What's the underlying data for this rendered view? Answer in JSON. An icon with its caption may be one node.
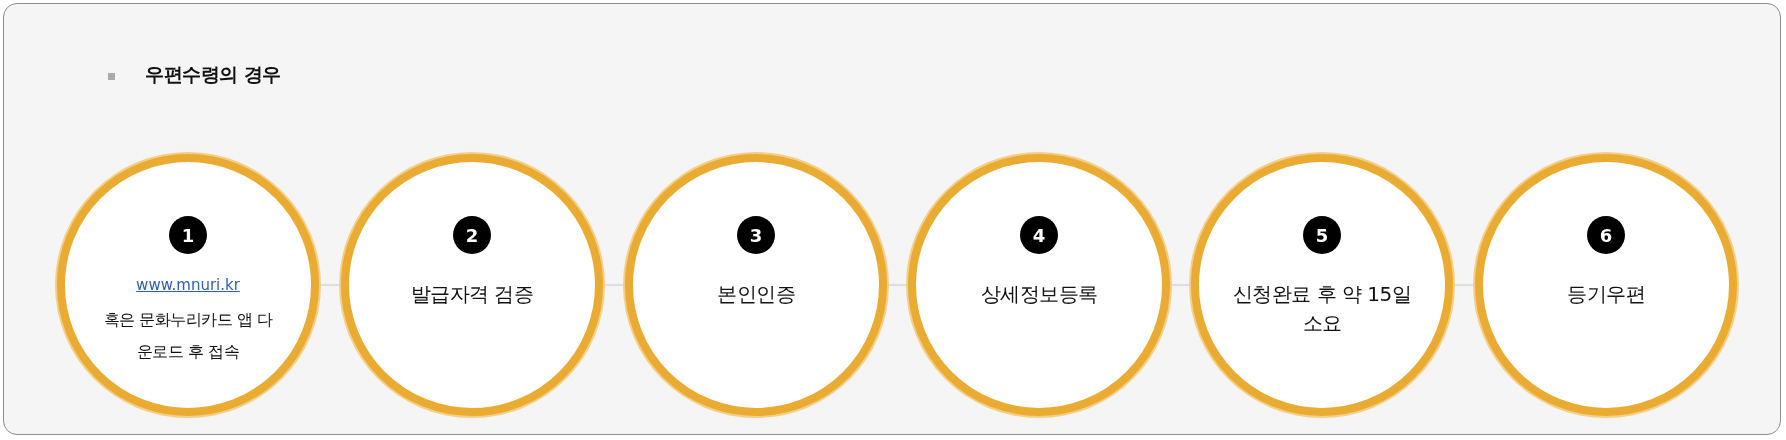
{
  "diagram": {
    "title": "우편수령의 경우",
    "nodes": [
      {
        "text": [
          "1",
          "www.mnuri.kr",
          "혹은 문화누리카드 앱 다운로드 후 접속"
        ]
      },
      {
        "text": [
          "2",
          "발급자격 검증"
        ]
      },
      {
        "text": [
          "3",
          "본인인증"
        ]
      },
      {
        "text": [
          "4",
          "상세정보등록"
        ]
      },
      {
        "text": [
          "5",
          "신청완료 후 약 15일 소요"
        ]
      },
      {
        "text": [
          "6",
          "등기우편"
        ]
      }
    ],
    "edges": [
      {
        "from": 0,
        "to": 1,
        "arrow": "none"
      },
      {
        "from": 1,
        "to": 2,
        "arrow": "none"
      },
      {
        "from": 2,
        "to": 3,
        "arrow": "none"
      },
      {
        "from": 3,
        "to": 4,
        "arrow": "none"
      },
      {
        "from": 4,
        "to": 5,
        "arrow": "none"
      }
    ]
  }
}
